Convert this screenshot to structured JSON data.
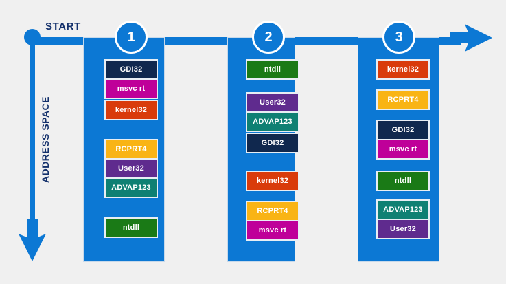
{
  "diagram": {
    "title_axis": "ADDRESS SPACE",
    "start_label": "START",
    "colors": {
      "background": "#f0f0f0",
      "timeline": "#0c78d4",
      "column": "#0c78d4",
      "axis_text": "#13306b",
      "box_border": "#e8eef4",
      "GDI32": "#10284e",
      "msvc rt": "#bf0099",
      "kernel32": "#d93b0b",
      "RCPRT4": "#f9b415",
      "User32": "#5f2b8e",
      "ADVAP123": "#0f8073",
      "ntdll": "#1a7a16"
    },
    "arrows": {
      "vertical": "down-arrow-icon",
      "horizontal": "right-arrow-icon",
      "origin": "origin-dot-icon"
    },
    "columns": [
      {
        "badge": "1",
        "groups": [
          {
            "modules": [
              {
                "label": "GDI32",
                "color": "#10284e"
              },
              {
                "label": "msvc rt",
                "color": "#bf0099"
              }
            ]
          },
          {
            "modules": [
              {
                "label": "kernel32",
                "color": "#d93b0b"
              }
            ]
          },
          {
            "modules": [
              {
                "label": "RCPRT4",
                "color": "#f9b415"
              },
              {
                "label": "User32",
                "color": "#5f2b8e"
              }
            ]
          },
          {
            "modules": [
              {
                "label": "ADVAP123",
                "color": "#0f8073"
              }
            ]
          },
          {
            "modules": [
              {
                "label": "ntdll",
                "color": "#1a7a16"
              }
            ]
          }
        ]
      },
      {
        "badge": "2",
        "groups": [
          {
            "modules": [
              {
                "label": "ntdll",
                "color": "#1a7a16"
              }
            ]
          },
          {
            "modules": [
              {
                "label": "User32",
                "color": "#5f2b8e"
              },
              {
                "label": "ADVAP123",
                "color": "#0f8073"
              }
            ]
          },
          {
            "modules": [
              {
                "label": "GDI32",
                "color": "#10284e"
              }
            ]
          },
          {
            "modules": [
              {
                "label": "kernel32",
                "color": "#d93b0b"
              }
            ]
          },
          {
            "modules": [
              {
                "label": "RCPRT4",
                "color": "#f9b415"
              },
              {
                "label": "msvc rt",
                "color": "#bf0099"
              }
            ]
          }
        ]
      },
      {
        "badge": "3",
        "groups": [
          {
            "modules": [
              {
                "label": "kernel32",
                "color": "#d93b0b"
              }
            ]
          },
          {
            "modules": [
              {
                "label": "RCPRT4",
                "color": "#f9b415"
              }
            ]
          },
          {
            "modules": [
              {
                "label": "GDI32",
                "color": "#10284e"
              },
              {
                "label": "msvc rt",
                "color": "#bf0099"
              }
            ]
          },
          {
            "modules": [
              {
                "label": "ntdll",
                "color": "#1a7a16"
              }
            ]
          },
          {
            "modules": [
              {
                "label": "ADVAP123",
                "color": "#0f8073"
              },
              {
                "label": "User32",
                "color": "#5f2b8e"
              }
            ]
          }
        ]
      }
    ]
  }
}
